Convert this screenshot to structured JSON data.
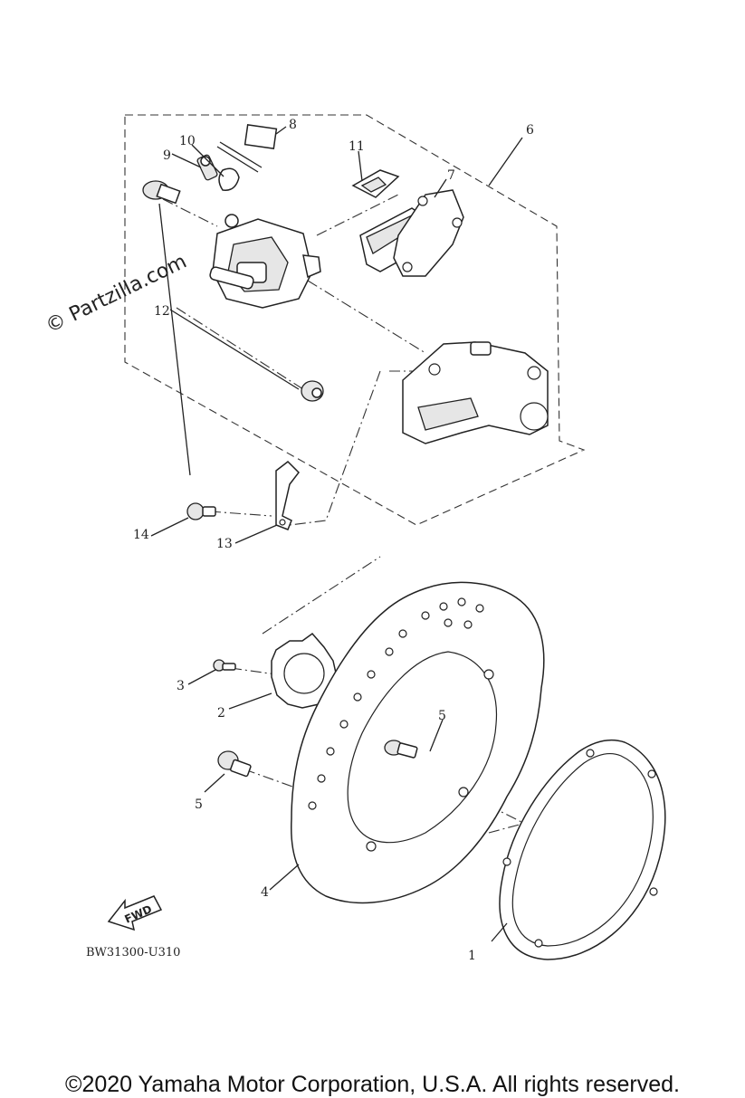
{
  "watermark": "© Partzilla.com",
  "drawing_code": "BW31300-U310",
  "fwd_label": "FWD",
  "copyright": "©2020 Yamaha Motor Corporation, U.S.A. All rights reserved.",
  "callouts": [
    "1",
    "2",
    "3",
    "4",
    "5",
    "5",
    "6",
    "7",
    "8",
    "9",
    "10",
    "11",
    "12",
    "13",
    "14"
  ]
}
